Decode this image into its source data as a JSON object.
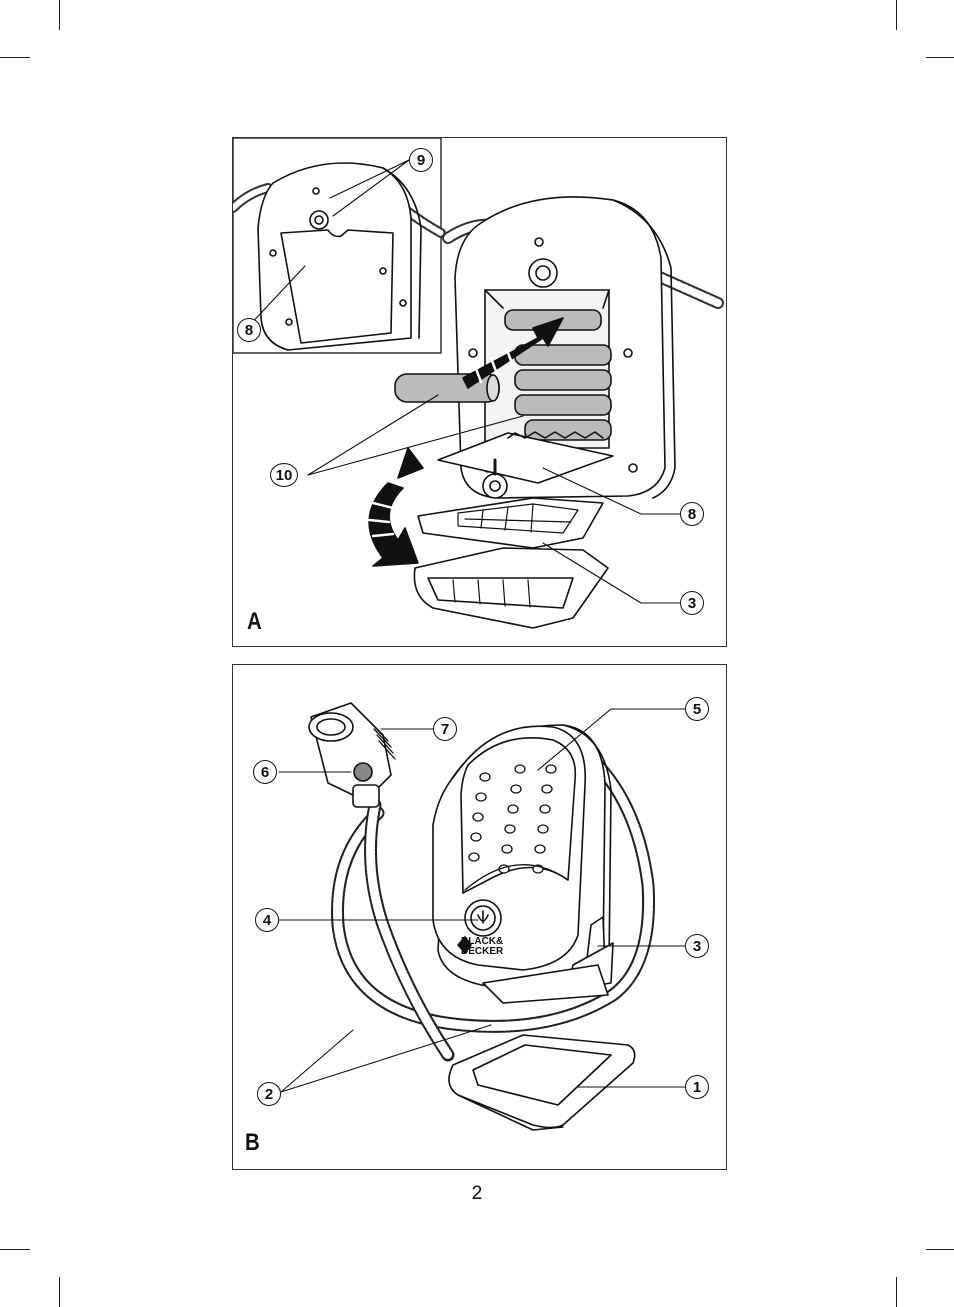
{
  "figure_a": {
    "letter": "A",
    "callouts": {
      "c9": "9",
      "c8_inset": "8",
      "c10": "10",
      "c8": "8",
      "c3": "3"
    }
  },
  "figure_b": {
    "letter": "B",
    "brand": {
      "line1": "BLACK&",
      "line2": "DECKER"
    },
    "callouts": {
      "c5": "5",
      "c7": "7",
      "c6": "6",
      "c4": "4",
      "c3": "3",
      "c2": "2",
      "c1": "1"
    }
  },
  "page": {
    "number": "2"
  }
}
